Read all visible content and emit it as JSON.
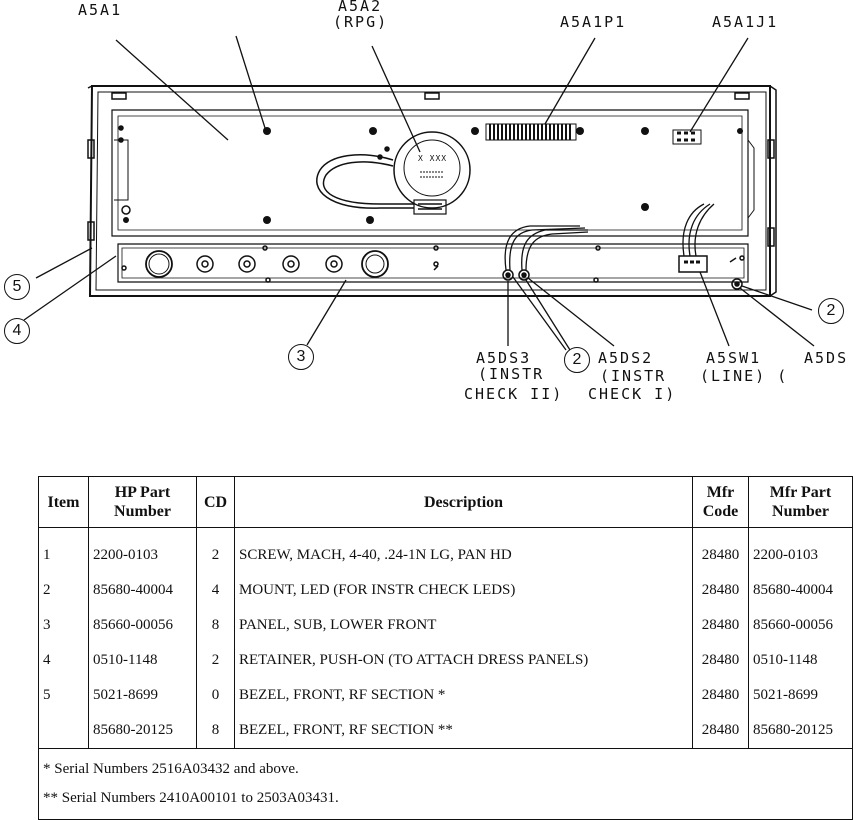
{
  "diagram": {
    "labels": {
      "a5a1": "A5A1",
      "a5a2": "A5A2",
      "a5a2_sub": "(RPG)",
      "a5a1p1": "A5A1P1",
      "a5a1j1": "A5A1J1",
      "a5ds3": "A5DS3",
      "a5ds3_sub1": "(INSTR",
      "a5ds3_sub2": "CHECK II)",
      "a5ds2": "A5DS2",
      "a5ds2_sub1": "(INSTR",
      "a5ds2_sub2": "CHECK I)",
      "a5sw1": "A5SW1",
      "a5sw1_sub": "(LINE) (",
      "a5ds": "A5DS"
    },
    "rpg_text": "X XXX",
    "callouts": [
      "5",
      "4",
      "3",
      "2",
      "2"
    ]
  },
  "table": {
    "headers": {
      "item": "Item",
      "hp_part_1": "HP Part",
      "hp_part_2": "Number",
      "cd": "CD",
      "description": "Description",
      "mfr_code_1": "Mfr",
      "mfr_code_2": "Code",
      "mfr_part_1": "Mfr Part",
      "mfr_part_2": "Number"
    },
    "rows": [
      {
        "item": "1",
        "hp_part": "2200-0103",
        "cd": "2",
        "description": "SCREW, MACH, 4-40, .24-1N LG, PAN HD",
        "mfr_code": "28480",
        "mfr_part": "2200-0103"
      },
      {
        "item": "2",
        "hp_part": "85680-40004",
        "cd": "4",
        "description": "MOUNT, LED (FOR INSTR CHECK LEDS)",
        "mfr_code": "28480",
        "mfr_part": "85680-40004"
      },
      {
        "item": "3",
        "hp_part": "85660-00056",
        "cd": "8",
        "description": "PANEL, SUB, LOWER FRONT",
        "mfr_code": "28480",
        "mfr_part": "85660-00056"
      },
      {
        "item": "4",
        "hp_part": "0510-1148",
        "cd": "2",
        "description": "RETAINER, PUSH-ON (TO ATTACH DRESS PANELS)",
        "mfr_code": "28480",
        "mfr_part": "0510-1148"
      },
      {
        "item": "5",
        "hp_part": "5021-8699",
        "cd": "0",
        "description": "BEZEL, FRONT, RF SECTION *",
        "mfr_code": "28480",
        "mfr_part": "5021-8699"
      },
      {
        "item": "",
        "hp_part": "85680-20125",
        "cd": "8",
        "description": "BEZEL, FRONT, RF SECTION **",
        "mfr_code": "28480",
        "mfr_part": "85680-20125"
      }
    ],
    "notes": [
      "* Serial Numbers 2516A03432 and above.",
      "** Serial Numbers 2410A00101 to 2503A03431."
    ]
  }
}
